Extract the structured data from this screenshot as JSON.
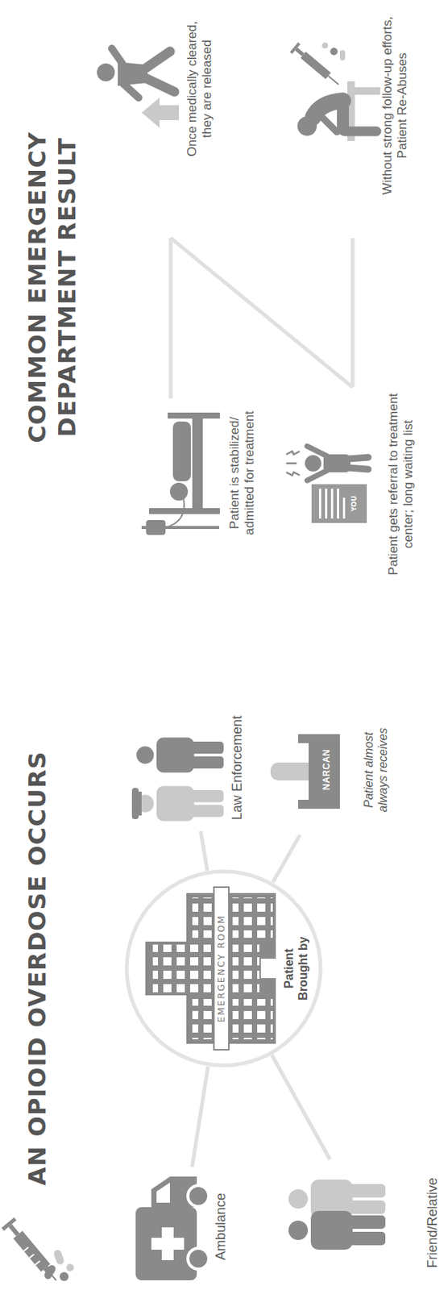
{
  "diagram": {
    "title": "AN OPIOID OVERDOSE OCCURS",
    "nodes": [
      {
        "text": [
          "Ambulance"
        ]
      },
      {
        "text": [
          "Friend/Relative"
        ]
      },
      {
        "text": [
          "Patient Brought by"
        ]
      },
      {
        "text": [
          "Law Enforcement"
        ]
      },
      {
        "text": [
          "NARCAN",
          "Patient almost always receives"
        ]
      },
      {
        "text": [
          "Patient is stabilized/ admitted for treatment"
        ]
      },
      {
        "text": [
          "Once medically cleared, they are released"
        ]
      },
      {
        "text": [
          "Patient gets referral to treatment center; long waiting list"
        ]
      },
      {
        "text": [
          "Without strong follow-up efforts, Patient Re-Abuses"
        ]
      }
    ],
    "edges": [
      {
        "from": 2,
        "to": 0,
        "arrow": "none"
      },
      {
        "from": 2,
        "to": 1,
        "arrow": "none"
      },
      {
        "from": 2,
        "to": 3,
        "arrow": "none"
      },
      {
        "from": 2,
        "to": 4,
        "arrow": "none"
      },
      {
        "from": 5,
        "to": 6,
        "arrow": "none"
      },
      {
        "from": 6,
        "to": 7,
        "arrow": "none"
      },
      {
        "from": 7,
        "to": 8,
        "arrow": "none"
      }
    ],
    "labels": [
      "COMMON EMERGENCY DEPARTMENT RESULT",
      "EMERGENCY ROOM",
      "YOU"
    ]
  }
}
